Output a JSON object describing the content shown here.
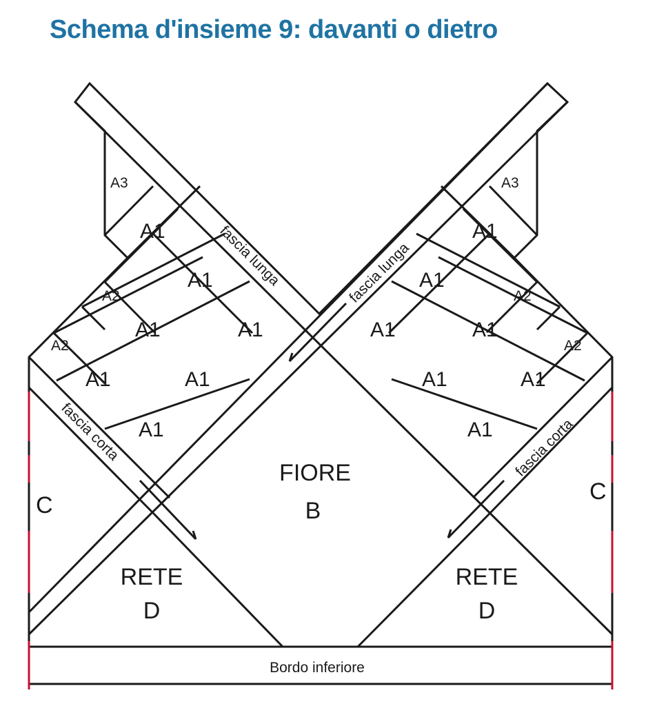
{
  "title": "Schema d'insieme 9: davanti o dietro",
  "colors": {
    "title": "#1f73a3",
    "line": "#1a1a1a",
    "edge_marker": "#c8102e"
  },
  "labels": {
    "a1": "A1",
    "a2": "A2",
    "a3": "A3",
    "fascia_lunga": "fascia lunga",
    "fascia_corta": "fascia corta",
    "fiore": "FIORE",
    "b": "B",
    "rete": "RETE",
    "d": "D",
    "c": "C",
    "bordo_inferiore": "Bordo inferiore"
  }
}
